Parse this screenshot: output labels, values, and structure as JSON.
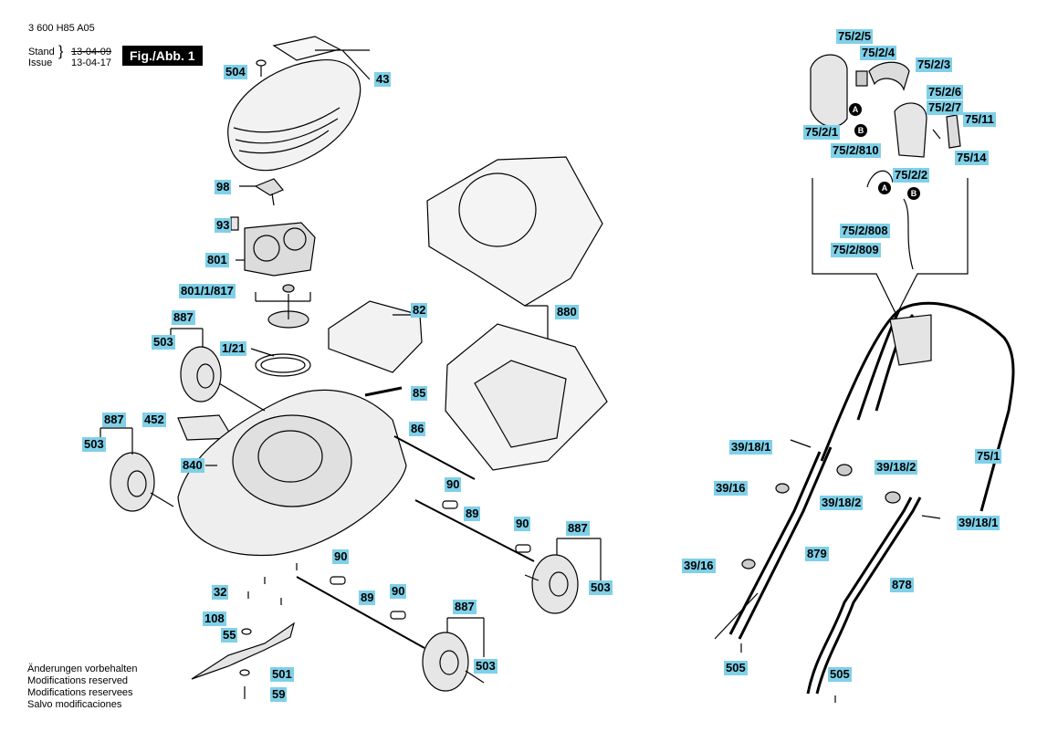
{
  "header": {
    "doc_number": "3 600 H85 A05",
    "stand_label": "Stand",
    "stand_date": "13-04-09",
    "issue_label": "Issue",
    "issue_date": "13-04-17",
    "figure": "Fig./Abb. 1"
  },
  "notes": [
    "Änderungen vorbehalten",
    "Modifications reserved",
    "Modifications reservees",
    "Salvo modificaciones"
  ],
  "callouts": {
    "p504": "504",
    "p43": "43",
    "p98": "98",
    "p93": "93",
    "p801": "801",
    "p801_1_817": "801/1/817",
    "p887_a": "887",
    "p503_a": "503",
    "p1_21": "1/21",
    "p82": "82",
    "p880": "880",
    "p85": "85",
    "p452": "452",
    "p887_b": "887",
    "p503_b": "503",
    "p86": "86",
    "p840": "840",
    "p90_a": "90",
    "p89_a": "89",
    "p90_b": "90",
    "p887_c": "887",
    "p503_c": "503",
    "p90_c": "90",
    "p32": "32",
    "p90_d": "90",
    "p89_b": "89",
    "p108": "108",
    "p55": "55",
    "p887_d": "887",
    "p503_d": "503",
    "p501": "501",
    "p59": "59",
    "h75_2_5": "75/2/5",
    "h75_2_4": "75/2/4",
    "h75_2_3": "75/2/3",
    "h75_2_6": "75/2/6",
    "h75_2_7": "75/2/7",
    "h75_11": "75/11",
    "h75_2_1": "75/2/1",
    "h75_2_810": "75/2/810",
    "h75_14": "75/14",
    "h75_2_2": "75/2/2",
    "h75_2_808": "75/2/808",
    "h75_2_809": "75/2/809",
    "h39_18_1_a": "39/18/1",
    "h75_1": "75/1",
    "h39_16_a": "39/16",
    "h39_18_2_a": "39/18/2",
    "h39_18_2_b": "39/18/2",
    "h39_18_1_b": "39/18/1",
    "h39_16_b": "39/16",
    "h879": "879",
    "h878": "878",
    "h505_a": "505",
    "h505_b": "505"
  },
  "markers": {
    "a1": "A",
    "b1": "B",
    "a2": "A",
    "b2": "B"
  }
}
